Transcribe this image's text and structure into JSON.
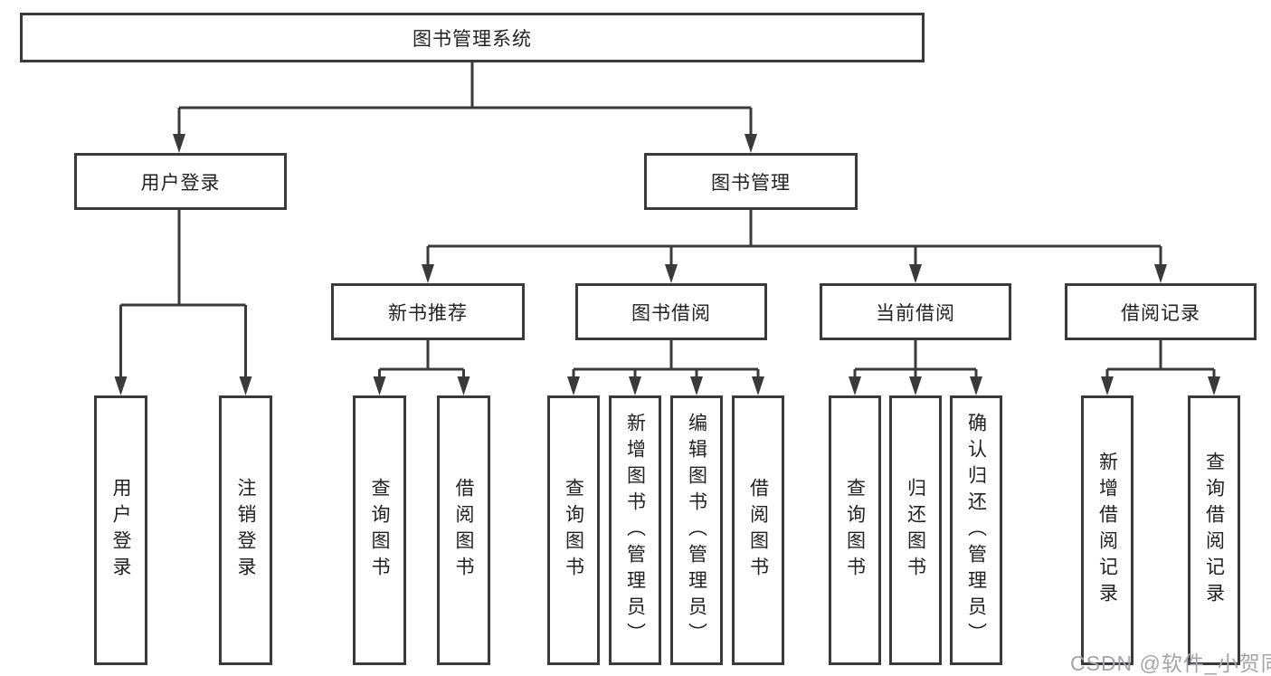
{
  "diagram_title": "图书管理系统",
  "tree": {
    "label": "图书管理系统",
    "children": [
      {
        "label": "用户登录",
        "children": [
          {
            "label": "用户登录"
          },
          {
            "label": "注销登录"
          }
        ]
      },
      {
        "label": "图书管理",
        "children": [
          {
            "label": "新书推荐",
            "children": [
              {
                "label": "查询图书"
              },
              {
                "label": "借阅图书"
              }
            ]
          },
          {
            "label": "图书借阅",
            "children": [
              {
                "label": "查询图书"
              },
              {
                "label": "新增图书（管理员）"
              },
              {
                "label": "编辑图书（管理员）"
              },
              {
                "label": "借阅图书"
              }
            ]
          },
          {
            "label": "当前借阅",
            "children": [
              {
                "label": "查询图书"
              },
              {
                "label": "归还图书"
              },
              {
                "label": "确认归还（管理员）"
              }
            ]
          },
          {
            "label": "借阅记录",
            "children": [
              {
                "label": "新增借阅记录"
              },
              {
                "label": "查询借阅记录"
              }
            ]
          }
        ]
      }
    ]
  },
  "watermark": {
    "text": "CSDN @软件_小贺同学",
    "color": "#a4a4ac"
  },
  "colors": {
    "background": "#ffffff",
    "box_border": "#3a3a3a",
    "connector_line": "#3a3a3a",
    "text": "#222222"
  }
}
